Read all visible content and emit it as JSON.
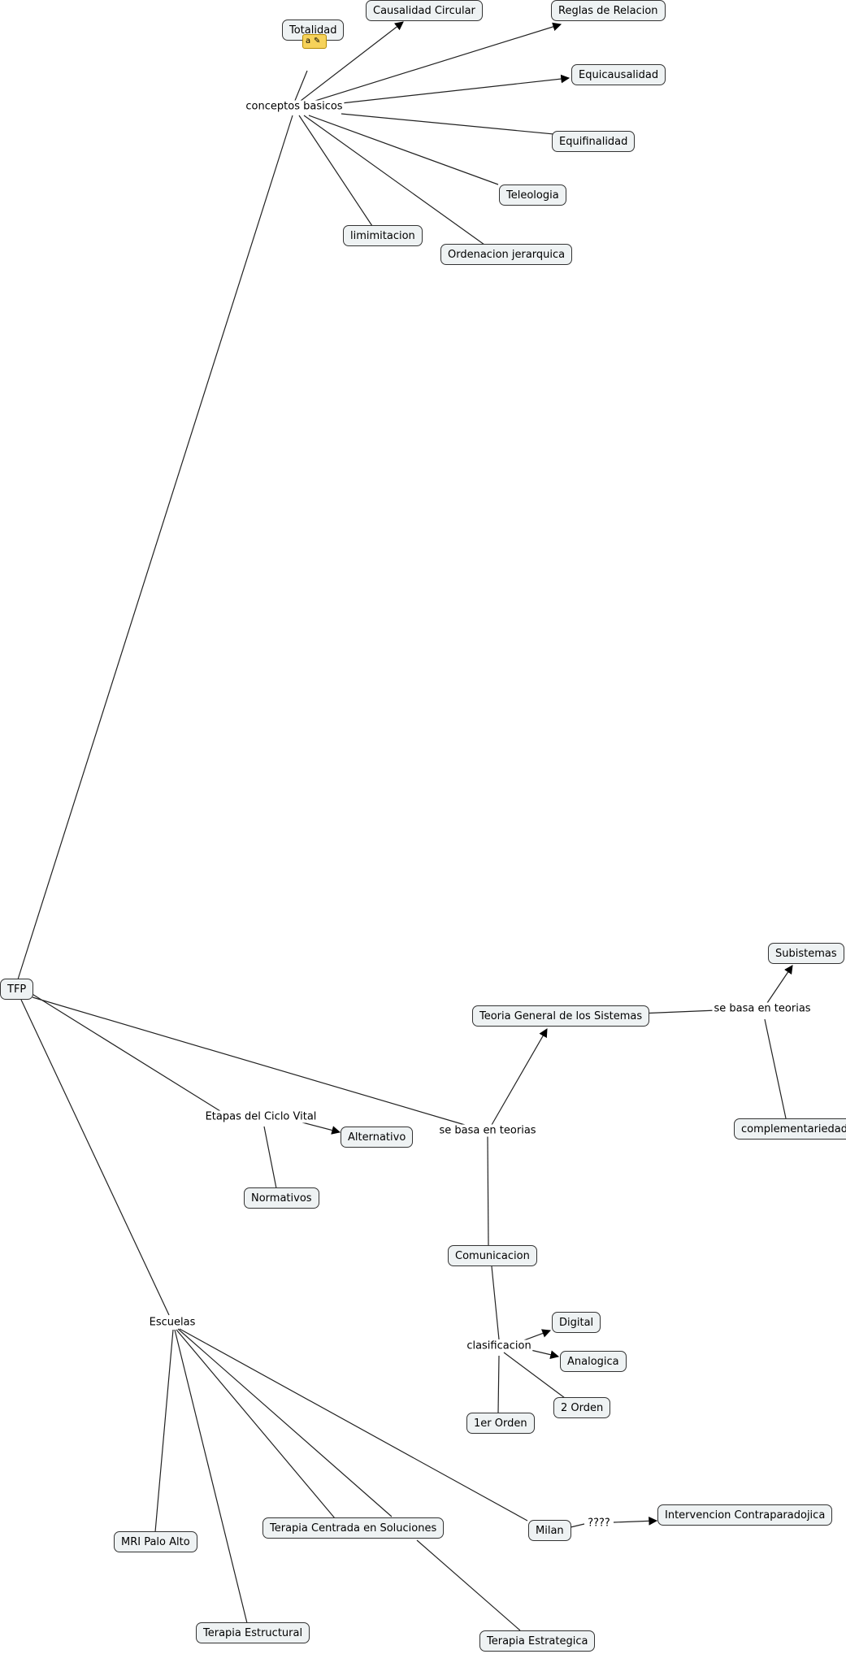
{
  "concepts": {
    "totalidad": "Totalidad",
    "causalidad_circular": "Causalidad Circular",
    "reglas_de_relacion": "Reglas de Relacion",
    "equicausalidad": "Equicausalidad",
    "equifinalidad": "Equifinalidad",
    "teleologia": "Teleologia",
    "limimitacion": "limimitacion",
    "ordenacion_jerarquica": "Ordenacion jerarquica",
    "tfp": "TFP",
    "subistemas": "Subistemas",
    "teoria_general": "Teoria General de los Sistemas",
    "complementariedad": "complementariedad",
    "alternativo": "Alternativo",
    "normativos": "Normativos",
    "comunicacion": "Comunicacion",
    "digital": "Digital",
    "analogica": "Analogica",
    "segundo_orden": "2 Orden",
    "primer_orden": "1er Orden",
    "mri_palo_alto": "MRI Palo Alto",
    "terapia_centrada": "Terapia Centrada en Soluciones",
    "milan": "Milan",
    "intervencion_contraparadojica": "Intervencion Contraparadojica",
    "terapia_estructural": "Terapia Estructural",
    "terapia_estrategica": "Terapia Estrategica"
  },
  "linking_phrases": {
    "conceptos_basicos": "conceptos basicos",
    "se_basa_1": "se basa en teorias",
    "se_basa_2": "se basa en teorias",
    "etapas_ciclo_vital": "Etapas del Ciclo Vital",
    "escuelas": "Escuelas",
    "clasificacion": "clasificacion",
    "interrogantes": "????"
  },
  "annotation_note": {
    "letter": "a",
    "icon": "pencil-icon"
  },
  "colors": {
    "node_fill": "#eef2f3",
    "node_border": "#333333",
    "line": "#222222",
    "note": "#f6d25a"
  }
}
